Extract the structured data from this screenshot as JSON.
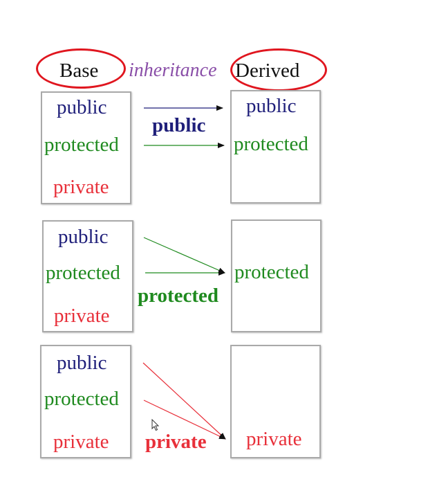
{
  "header": {
    "base_label": "Base",
    "inheritance_label": "inheritance",
    "derived_label": "Derived"
  },
  "rows": [
    {
      "mode": "public",
      "base": {
        "public": "public",
        "protected": "protected",
        "private": "private"
      },
      "derived": {
        "public": "public",
        "protected": "protected"
      }
    },
    {
      "mode": "protected",
      "base": {
        "public": "public",
        "protected": "protected",
        "private": "private"
      },
      "derived": {
        "protected": "protected"
      }
    },
    {
      "mode": "private",
      "base": {
        "public": "public",
        "protected": "protected",
        "private": "private"
      },
      "derived": {
        "private": "private"
      }
    }
  ],
  "colors": {
    "public": "#1f1f7a",
    "protected": "#1f8a1f",
    "private": "#e8303a",
    "inheritance": "#8a4fa8",
    "highlight_oval": "#e0161f"
  }
}
